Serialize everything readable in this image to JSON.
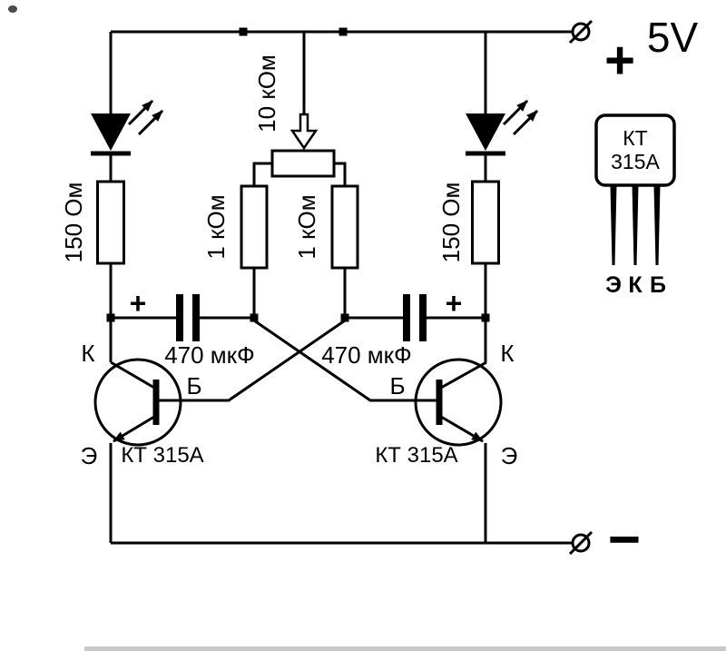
{
  "colors": {
    "ink": "#000000",
    "paper": "#ffffff"
  },
  "supply": {
    "plus": "+",
    "voltage": "5V",
    "minus": "−"
  },
  "labels": {
    "resistor_led_left": "150 Ом",
    "resistor_led_right": "150 Ом",
    "resistor_base_left": "1 кОм",
    "resistor_base_right": "1 кОм",
    "potentiometer": "10 кОм",
    "capacitor_left": "470 мкФ",
    "capacitor_right": "470 мкФ",
    "capacitor_left_polarity": "+",
    "capacitor_right_polarity": "+"
  },
  "transistor_left": {
    "collector": "К",
    "base": "Б",
    "emitter": "Э",
    "part": "КТ 315А"
  },
  "transistor_right": {
    "collector": "К",
    "base": "Б",
    "emitter": "Э",
    "part": "КТ 315А"
  },
  "package": {
    "title_line1": "КТ",
    "title_line2": "315А",
    "pin_emitter": "Э",
    "pin_collector": "К",
    "pin_base": "Б"
  }
}
